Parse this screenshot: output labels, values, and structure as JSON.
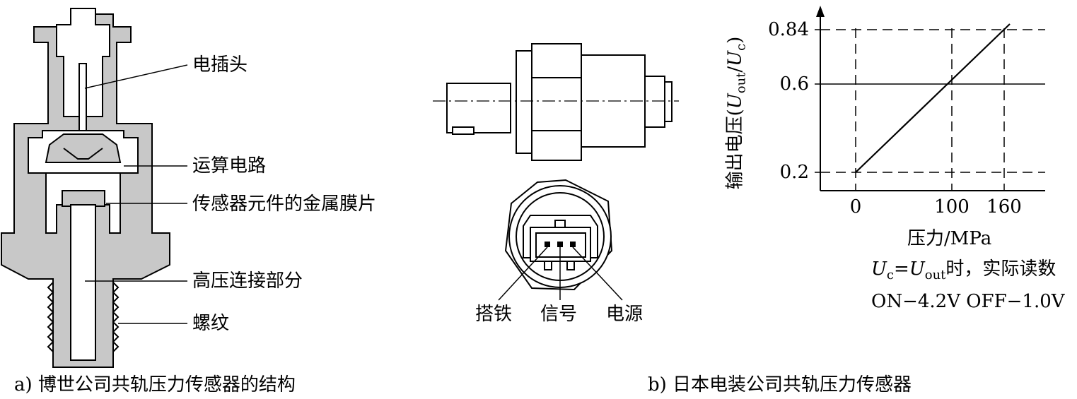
{
  "left_figure": {
    "labels": {
      "plug": "电插头",
      "circuit": "运算电路",
      "membrane": "传感器元件的金属膜片",
      "hp_connection": "高压连接部分",
      "thread": "螺纹"
    },
    "caption": "a) 博世公司共轨压力传感器的结构"
  },
  "middle_figure": {
    "pins": {
      "ground": "搭铁",
      "signal": "信号",
      "power": "电源"
    },
    "caption": "b) 日本电装公司共轨压力传感器"
  },
  "chart_data": {
    "type": "line",
    "ylabel_main": "输出电压(",
    "ylabel_u1": "U",
    "ylabel_sub1": "out",
    "ylabel_slash": "/",
    "ylabel_u2": "U",
    "ylabel_sub2": "c",
    "ylabel_close": ")",
    "xlabel": "压力/MPa",
    "x_ticks": [
      "0",
      "100",
      "160"
    ],
    "y_ticks": [
      "0.2",
      "0.6",
      "0.84"
    ],
    "series": [
      {
        "x": [
          0,
          100,
          160
        ],
        "y": [
          0.2,
          0.6,
          0.84
        ]
      }
    ],
    "note_u": "U",
    "note_sub_c": "c",
    "note_eq": "=",
    "note_u2": "U",
    "note_sub_out": "out",
    "note_rest": "时，实际读数",
    "note2": "ON−4.2V  OFF−1.0V"
  }
}
